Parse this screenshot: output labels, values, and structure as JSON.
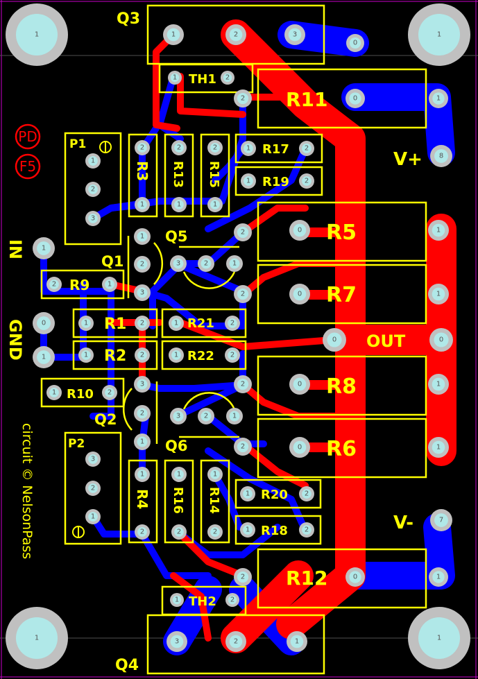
{
  "board": {
    "colors": {
      "background": "#000000",
      "top_copper": "#ff0000",
      "bottom_copper": "#0000ff",
      "silkscreen": "#ffff00",
      "pad": "#c0c0c0",
      "hole": "#b0e8e8",
      "outline": "#ff00ff"
    },
    "logo": {
      "line1": "PD",
      "line2": "F5"
    },
    "credit": "circuit © NelsonPass",
    "credit_icon": "copyright-circle-icon",
    "mounting_hole_label": "1",
    "connectors": {
      "input": "IN",
      "ground": "GND",
      "output": "OUT",
      "v_plus": "V+",
      "v_minus": "V-"
    },
    "components": {
      "Q1": "Q1",
      "Q2": "Q2",
      "Q3": "Q3",
      "Q4": "Q4",
      "Q5": "Q5",
      "Q6": "Q6",
      "P1": "P1",
      "P2": "P2",
      "R1": "R1",
      "R2": "R2",
      "R3": "R3",
      "R4": "R4",
      "R5": "R5",
      "R6": "R6",
      "R7": "R7",
      "R8": "R8",
      "R9": "R9",
      "R10": "R10",
      "R11": "R11",
      "R12": "R12",
      "R13": "R13",
      "R14": "R14",
      "R15": "R15",
      "R16": "R16",
      "R17": "R17",
      "R18": "R18",
      "R19": "R19",
      "R20": "R20",
      "R21": "R21",
      "R22": "R22",
      "TH1": "TH1",
      "TH2": "TH2"
    },
    "pads": {
      "q3": [
        "1",
        "2",
        "3",
        "0"
      ],
      "q4": [
        "3",
        "2",
        "1"
      ],
      "th1": [
        "1",
        "2"
      ],
      "th2": [
        "1",
        "2"
      ],
      "r11": [
        "2",
        "0",
        "1"
      ],
      "r12": [
        "2",
        "0",
        "1"
      ],
      "vplus": "8",
      "vminus": "7",
      "p1": [
        "1",
        "2",
        "3"
      ],
      "p2": [
        "3",
        "2",
        "1"
      ],
      "r3": [
        "2",
        "1"
      ],
      "r13": [
        "2",
        "1"
      ],
      "r15": [
        "2",
        "1"
      ],
      "r4": [
        "1",
        "2"
      ],
      "r16": [
        "1",
        "2"
      ],
      "r14": [
        "1",
        "2"
      ],
      "r17": [
        "1",
        "2"
      ],
      "r19": [
        "1",
        "2"
      ],
      "r20": [
        "1",
        "2"
      ],
      "r18": [
        "1",
        "2"
      ],
      "r9": [
        "2",
        "1"
      ],
      "r10": [
        "1",
        "2"
      ],
      "r1": [
        "1",
        "2"
      ],
      "r2": [
        "1",
        "2"
      ],
      "r21": [
        "1",
        "2"
      ],
      "r22": [
        "1",
        "2"
      ],
      "q1": [
        "1",
        "2",
        "3"
      ],
      "q2": [
        "3",
        "2",
        "1"
      ],
      "q5": [
        "3",
        "2",
        "1"
      ],
      "q6": [
        "3",
        "2",
        "1"
      ],
      "r5": [
        "2",
        "0",
        "1"
      ],
      "r7": [
        "2",
        "0",
        "1"
      ],
      "r8": [
        "2",
        "0",
        "1"
      ],
      "r6": [
        "2",
        "0",
        "1"
      ],
      "in": "1",
      "gnd_pads": [
        "0",
        "1"
      ],
      "out_left": "0",
      "out_right": "0"
    }
  }
}
